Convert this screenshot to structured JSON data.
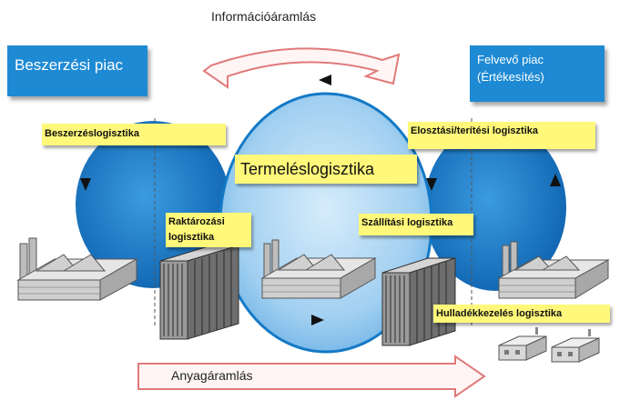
{
  "information_flow": {
    "label": "Információáramlás"
  },
  "procurement_market": {
    "label": "Beszerzési piac"
  },
  "sales_market": {
    "line1": "Felvevő piac",
    "line2": "(Értékesítés)"
  },
  "procurement_logistics": {
    "label": "Beszerzéslogisztika"
  },
  "production_logistics": {
    "label": "Termeléslogisztika"
  },
  "distribution_logistics": {
    "label": "Elosztási/terítési logisztika"
  },
  "warehousing_logistics": {
    "line1": "Raktározási",
    "line2": "logisztika"
  },
  "transport_logistics": {
    "label": "Szállítási logisztika"
  },
  "waste_logistics": {
    "label": "Hulladékkezelés logisztika"
  },
  "material_flow": {
    "label": "Anyagáramlás"
  },
  "colors": {
    "market_box": "#1e8ad4",
    "loop_outer": "#1479c6",
    "loop_center": "#a9d4f3",
    "label_box": "#fff87a",
    "arrow_outline": "#e07a7a"
  },
  "icons": [
    "factory-icon",
    "warehouse-icon",
    "house-icon",
    "flow-arrow-icon"
  ]
}
